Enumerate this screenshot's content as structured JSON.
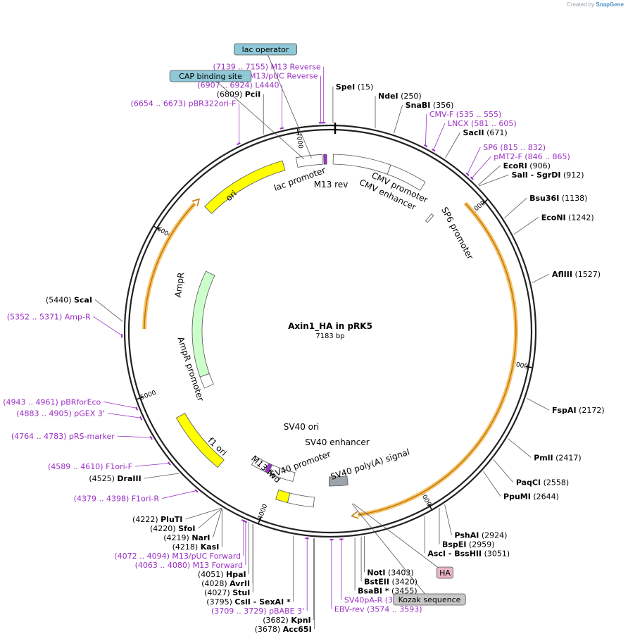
{
  "credit": {
    "prefix": "Created by",
    "brand": "SnapGene"
  },
  "plasmid": {
    "name": "Axin1_HA in pRK5",
    "size_label": "7183 bp",
    "length": 7183
  },
  "colors": {
    "enzyme": "#000000",
    "primer": "#9a2fc4",
    "backbone": "#222222",
    "leader": "#555555"
  },
  "ruler": [
    {
      "pos": 1000,
      "label": "1000"
    },
    {
      "pos": 2000,
      "label": "2000"
    },
    {
      "pos": 3000,
      "label": "3000"
    },
    {
      "pos": 4000,
      "label": "4000"
    },
    {
      "pos": 5000,
      "label": "5000"
    },
    {
      "pos": 6000,
      "label": "6000"
    },
    {
      "pos": 7000,
      "label": "7000"
    }
  ],
  "site_labels": [
    {
      "pos": 15,
      "name": "SpeI",
      "coord": "(15)",
      "kind": "enzyme"
    },
    {
      "pos": 250,
      "name": "NdeI",
      "coord": "(250)",
      "kind": "enzyme"
    },
    {
      "pos": 356,
      "name": "SnaBI",
      "coord": "(356)",
      "kind": "enzyme"
    },
    {
      "pos": 545,
      "name": "CMV-F",
      "coord": "(535 .. 555)",
      "kind": "primer"
    },
    {
      "pos": 593,
      "name": "LNCX",
      "coord": "(581 .. 605)",
      "kind": "primer"
    },
    {
      "pos": 671,
      "name": "SacII",
      "coord": "(671)",
      "kind": "enzyme"
    },
    {
      "pos": 823,
      "name": "SP6",
      "coord": "(815 .. 832)",
      "kind": "primer"
    },
    {
      "pos": 855,
      "name": "pMT2-F",
      "coord": "(846 .. 865)",
      "kind": "primer"
    },
    {
      "pos": 906,
      "name": "EcoRI",
      "coord": "(906)",
      "kind": "enzyme"
    },
    {
      "pos": 912,
      "name": "SalI",
      "coord": "(912)",
      "kind": "enzyme",
      "extra": "SgrDI"
    },
    {
      "pos": 1138,
      "name": "Bsu36I",
      "coord": "(1138)",
      "kind": "enzyme"
    },
    {
      "pos": 1242,
      "name": "EcoNI",
      "coord": "(1242)",
      "kind": "enzyme"
    },
    {
      "pos": 1527,
      "name": "AflIII",
      "coord": "(1527)",
      "kind": "enzyme"
    },
    {
      "pos": 2172,
      "name": "FspAI",
      "coord": "(2172)",
      "kind": "enzyme"
    },
    {
      "pos": 2417,
      "name": "PmlI",
      "coord": "(2417)",
      "kind": "enzyme"
    },
    {
      "pos": 2558,
      "name": "PaqCI",
      "coord": "(2558)",
      "kind": "enzyme"
    },
    {
      "pos": 2644,
      "name": "PpuMI",
      "coord": "(2644)",
      "kind": "enzyme"
    },
    {
      "pos": 2924,
      "name": "PshAI",
      "coord": "(2924)",
      "kind": "enzyme"
    },
    {
      "pos": 2959,
      "name": "BspEI",
      "coord": "(2959)",
      "kind": "enzyme"
    },
    {
      "pos": 3051,
      "name": "AscI",
      "coord": "(3051)",
      "kind": "enzyme",
      "extra": "BssHII"
    },
    {
      "pos": 3403,
      "name": "NotI",
      "coord": "(3403)",
      "kind": "enzyme"
    },
    {
      "pos": 3420,
      "name": "BstEII",
      "coord": "(3420)",
      "kind": "enzyme"
    },
    {
      "pos": 3455,
      "name": "BsaBI *",
      "coord": "(3455)",
      "kind": "enzyme"
    },
    {
      "pos": 3530,
      "name": "SV40pA-R",
      "coord": "(3520 .. 3539)",
      "kind": "primer"
    },
    {
      "pos": 3584,
      "name": "EBV-rev",
      "coord": "(3574 .. 3593)",
      "kind": "primer"
    },
    {
      "pos": 3678,
      "name": "Acc65I",
      "coord": "(3678)",
      "kind": "enzyme"
    },
    {
      "pos": 3682,
      "name": "KpnI",
      "coord": "(3682)",
      "kind": "enzyme"
    },
    {
      "pos": 3719,
      "name": "pBABE 3'",
      "coord": "(3709 .. 3729)",
      "kind": "primer"
    },
    {
      "pos": 3795,
      "name": "CsiI",
      "coord": "(3795)",
      "kind": "enzyme",
      "extra": "SexAI *"
    },
    {
      "pos": 4027,
      "name": "StuI",
      "coord": "(4027)",
      "kind": "enzyme"
    },
    {
      "pos": 4028,
      "name": "AvrII",
      "coord": "(4028)",
      "kind": "enzyme"
    },
    {
      "pos": 4051,
      "name": "HpaI",
      "coord": "(4051)",
      "kind": "enzyme"
    },
    {
      "pos": 4071,
      "name": "M13 Forward",
      "coord": "(4063 .. 4080)",
      "kind": "primer"
    },
    {
      "pos": 4083,
      "name": "M13/pUC Forward",
      "coord": "(4072 .. 4094)",
      "kind": "primer"
    },
    {
      "pos": 4218,
      "name": "KasI",
      "coord": "(4218)",
      "kind": "enzyme"
    },
    {
      "pos": 4219,
      "name": "NarI",
      "coord": "(4219)",
      "kind": "enzyme"
    },
    {
      "pos": 4220,
      "name": "SfoI",
      "coord": "(4220)",
      "kind": "enzyme"
    },
    {
      "pos": 4222,
      "name": "PluTI",
      "coord": "(4222)",
      "kind": "enzyme"
    },
    {
      "pos": 4388,
      "name": "F1ori-R",
      "coord": "(4379 .. 4398)",
      "kind": "primer"
    },
    {
      "pos": 4525,
      "name": "DraIII",
      "coord": "(4525)",
      "kind": "enzyme"
    },
    {
      "pos": 4600,
      "name": "F1ori-F",
      "coord": "(4589 .. 4610)",
      "kind": "primer"
    },
    {
      "pos": 4773,
      "name": "pRS-marker",
      "coord": "(4764 .. 4783)",
      "kind": "primer"
    },
    {
      "pos": 4894,
      "name": "pGEX 3'",
      "coord": "(4883 .. 4905)",
      "kind": "primer"
    },
    {
      "pos": 4952,
      "name": "pBRforEco",
      "coord": "(4943 .. 4961)",
      "kind": "primer"
    },
    {
      "pos": 5361,
      "name": "Amp-R",
      "coord": "(5352 .. 5371)",
      "kind": "primer"
    },
    {
      "pos": 5440,
      "name": "ScaI",
      "coord": "(5440)",
      "kind": "enzyme"
    },
    {
      "pos": 6663,
      "name": "pBR322ori-F",
      "coord": "(6654 .. 6673)",
      "kind": "primer"
    },
    {
      "pos": 6809,
      "name": "PciI",
      "coord": "(6809)",
      "kind": "enzyme"
    },
    {
      "pos": 6915,
      "name": "L4440",
      "coord": "(6907 .. 6924)",
      "kind": "primer"
    },
    {
      "pos": 7131,
      "name": "M13/pUC Reverse",
      "coord": "(7120 .. 7142)",
      "kind": "primer"
    },
    {
      "pos": 7147,
      "name": "M13 Reverse",
      "coord": "(7139 .. 7155)",
      "kind": "primer"
    }
  ],
  "boxed_labels": [
    {
      "name": "lac operator",
      "pos": 7060,
      "fill": "#8fc8d6"
    },
    {
      "name": "CAP binding site",
      "pos": 7010,
      "fill": "#8fc8d6"
    },
    {
      "name": "HA",
      "pos": 3440,
      "fill": "#e8b4c4"
    },
    {
      "name": "Kozak sequence",
      "pos": 3448,
      "fill": "#c7c7c7"
    }
  ],
  "features": [
    {
      "name": "ori",
      "start": 6280,
      "end": 6870,
      "fill": "#ffff00",
      "ring": "outer"
    },
    {
      "name": "AmpR",
      "start": 5000,
      "end": 5900,
      "fill": "#ccffcc",
      "ring": "inner2"
    },
    {
      "name": "AmpR promoter",
      "start": 4900,
      "end": 5000,
      "fill": "#ffffff",
      "ring": "inner2"
    },
    {
      "name": "f1 ori",
      "start": 4380,
      "end": 4800,
      "fill": "#ffff00",
      "ring": "outer"
    },
    {
      "name": "SV40 ori",
      "start": 3870,
      "end": 3950,
      "fill": "#ffff00",
      "ring": "outer"
    },
    {
      "name": "SV40 enhancer",
      "start": 3700,
      "end": 3870,
      "fill": "#ffffff",
      "ring": "outer"
    },
    {
      "name": "SV40 promoter",
      "start": 3870,
      "end": 4200,
      "fill": "#ffffff",
      "ring": "inner"
    },
    {
      "name": "M13 fwd",
      "start": 4060,
      "end": 4090,
      "fill": "#9933cc",
      "ring": "inner"
    },
    {
      "name": "SV40 poly(A) signal",
      "start": 3460,
      "end": 3600,
      "fill": "#9ca3ab",
      "ring": "inner"
    },
    {
      "name": "CMV enhancer",
      "start": 20,
      "end": 400,
      "fill": "#ffffff",
      "ring": "outer"
    },
    {
      "name": "CMV promoter",
      "start": 400,
      "end": 650,
      "fill": "#ffffff",
      "ring": "outer"
    },
    {
      "name": "SP6 promoter",
      "start": 815,
      "end": 835,
      "fill": "#ffffff",
      "ring": "inner"
    },
    {
      "name": "lac promoter",
      "start": 6960,
      "end": 7130,
      "fill": "#ffffff",
      "ring": "outer"
    },
    {
      "name": "M13 rev",
      "start": 7140,
      "end": 7160,
      "fill": "#9933cc",
      "ring": "outer"
    }
  ],
  "cds_arcs": [
    {
      "name": "Axin1",
      "start": 930,
      "end": 3420,
      "color": "#f6c36b"
    },
    {
      "name": "AmpR",
      "start": 5400,
      "end": 6250,
      "color": "#f6c36b"
    }
  ],
  "map_labels": [
    {
      "key": "lac_promoter",
      "text": "lac promoter"
    },
    {
      "key": "m13_rev",
      "text": "M13 rev"
    },
    {
      "key": "cmv_promoter",
      "text": "CMV promoter"
    },
    {
      "key": "cmv_enhancer",
      "text": "CMV enhancer"
    },
    {
      "key": "sp6_promoter",
      "text": "SP6 promoter"
    },
    {
      "key": "ori",
      "text": "ori"
    },
    {
      "key": "ampr",
      "text": "AmpR"
    },
    {
      "key": "ampr_promoter",
      "text": "AmpR promoter"
    },
    {
      "key": "f1_ori",
      "text": "f1 ori"
    },
    {
      "key": "sv40_ori",
      "text": "SV40 ori"
    },
    {
      "key": "sv40_enhancer",
      "text": "SV40 enhancer"
    },
    {
      "key": "sv40_promoter",
      "text": "SV40 promoter"
    },
    {
      "key": "m13_fwd",
      "text": "M13 fwd"
    },
    {
      "key": "sv40_polya",
      "text": "SV40 poly(A) signal"
    }
  ]
}
